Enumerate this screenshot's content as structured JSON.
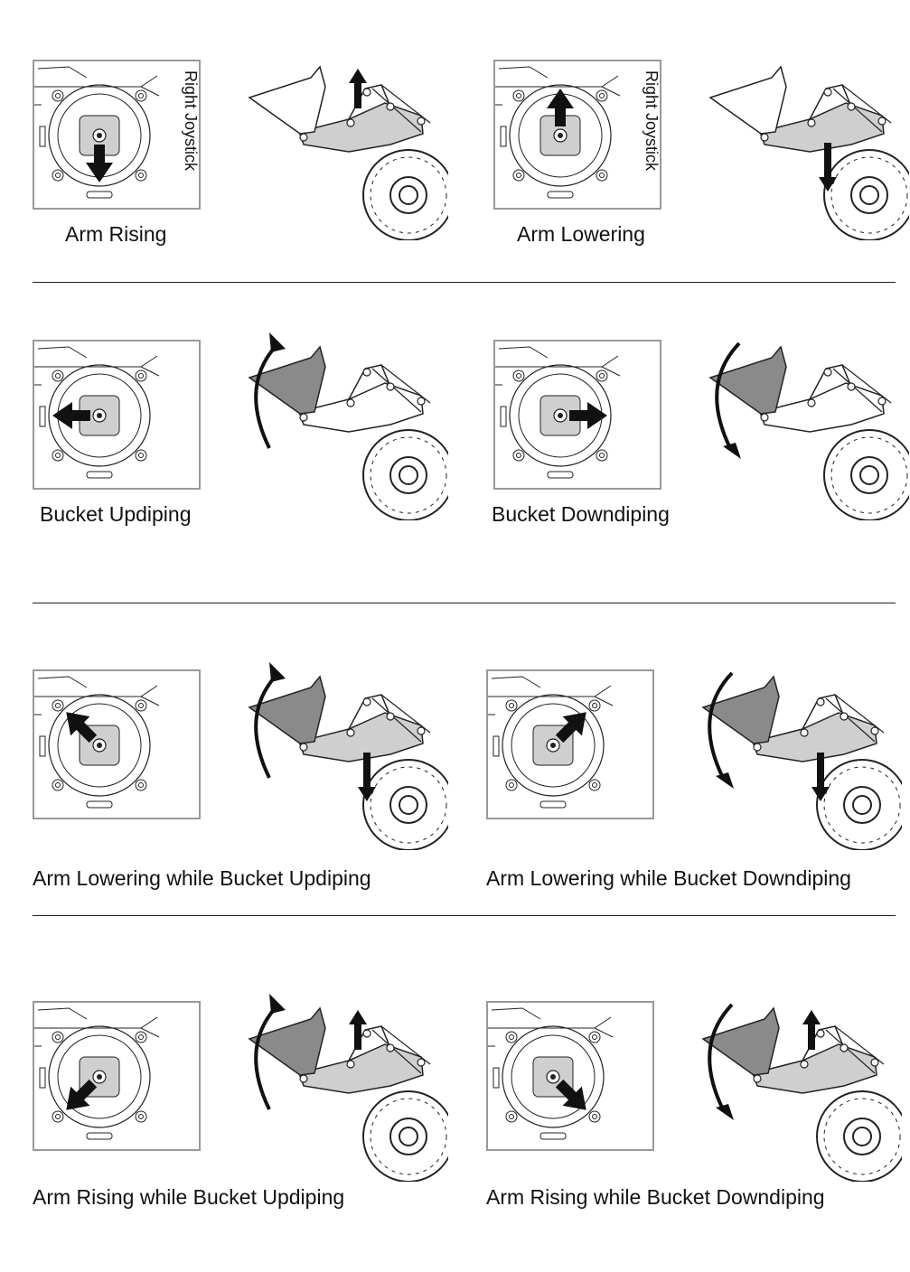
{
  "panels": [
    {
      "caption": "Arm Rising",
      "label": "Right Joystick",
      "stick_dir": "down",
      "arm": "up",
      "bucket": "none"
    },
    {
      "caption": "Arm Lowering",
      "label": "Right Joystick",
      "stick_dir": "up",
      "arm": "down",
      "bucket": "none"
    },
    {
      "caption": "Bucket Updiping",
      "label": "",
      "stick_dir": "left",
      "arm": "none",
      "bucket": "up"
    },
    {
      "caption": "Bucket Downdiping",
      "label": "",
      "stick_dir": "right",
      "arm": "none",
      "bucket": "down"
    },
    {
      "caption": "Arm Lowering while Bucket Updiping",
      "label": "",
      "stick_dir": "up-left",
      "arm": "down",
      "bucket": "up"
    },
    {
      "caption": "Arm Lowering while Bucket Downdiping",
      "label": "",
      "stick_dir": "up-right",
      "arm": "down",
      "bucket": "down"
    },
    {
      "caption": "Arm Rising while Bucket Updiping",
      "label": "",
      "stick_dir": "down-left",
      "arm": "up",
      "bucket": "up"
    },
    {
      "caption": "Arm Rising while Bucket Downdiping",
      "label": "",
      "stick_dir": "down-right",
      "arm": "up",
      "bucket": "down"
    }
  ],
  "colors": {
    "line": "#222222",
    "bucket_fill": "#8a8a8a",
    "light_fill": "#cfcfcf",
    "arrow": "#111111"
  }
}
